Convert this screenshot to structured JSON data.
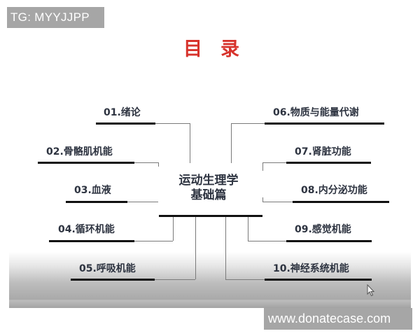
{
  "watermarks": {
    "top_left": "TG: MYYJJPP",
    "bottom_right": "www.donatecase.com"
  },
  "slide": {
    "title": "目录",
    "title_color": "#d7332c",
    "center_line1": "运动生理学",
    "center_line2": "基础篇",
    "left_items": [
      {
        "label": "01.绪论"
      },
      {
        "label": "02.骨骼肌机能"
      },
      {
        "label": "03.血液"
      },
      {
        "label": "04.循环机能"
      },
      {
        "label": "05.呼吸机能"
      }
    ],
    "right_items": [
      {
        "label": "06.物质与能量代谢"
      },
      {
        "label": "07.肾脏功能"
      },
      {
        "label": "08.内分泌功能"
      },
      {
        "label": "09.感觉机能"
      },
      {
        "label": "10.神经系统机能"
      }
    ]
  },
  "cursor": {
    "icon": "arrow-cursor-icon"
  }
}
